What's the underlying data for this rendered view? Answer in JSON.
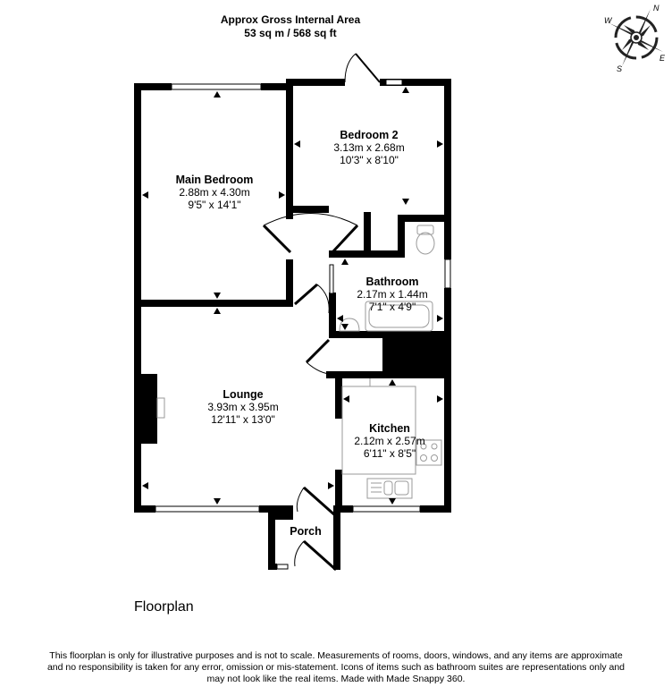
{
  "header": {
    "title": "Approx Gross Internal Area",
    "area": "53 sq m / 568 sq ft"
  },
  "compass": {
    "icon": "compass-rose-icon",
    "labels": {
      "n": "N",
      "e": "E",
      "s": "S",
      "w": "W"
    }
  },
  "rooms": [
    {
      "name": "Main Bedroom",
      "metric": "2.88m x 4.30m",
      "imperial": "9'5\" x 14'1\""
    },
    {
      "name": "Bedroom 2",
      "metric": "3.13m x 2.68m",
      "imperial": "10'3\" x 8'10\""
    },
    {
      "name": "Bathroom",
      "metric": "2.17m x 1.44m",
      "imperial": "7'1\" x 4'9\""
    },
    {
      "name": "Lounge",
      "metric": "3.93m x 3.95m",
      "imperial": "12'11\" x 13'0\""
    },
    {
      "name": "Kitchen",
      "metric": "2.12m x 2.57m",
      "imperial": "6'11\" x 8'5\""
    },
    {
      "name": "Porch",
      "metric": "",
      "imperial": ""
    }
  ],
  "floor_title": "Floorplan",
  "disclaimer": {
    "line1": "This floorplan is only for illustrative purposes and is not to scale. Measurements of rooms, doors, windows, and any items are approximate",
    "line2": "and no responsibility is taken for any error, omission or mis-statement. Icons of items such as bathroom suites are representations only and",
    "line3": "may not look like the real items. Made with Made Snappy 360."
  },
  "colors": {
    "wall": "#000000",
    "fixture": "#9a9a9a",
    "background": "#ffffff"
  }
}
